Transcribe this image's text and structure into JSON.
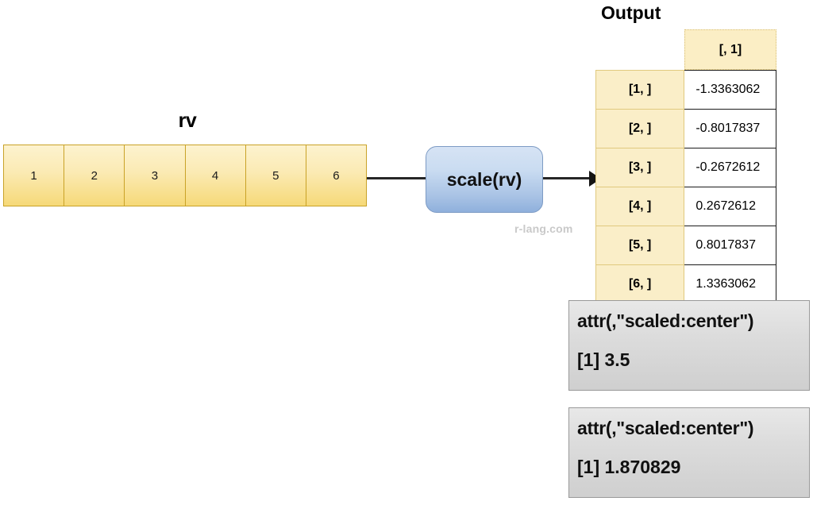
{
  "diagram": {
    "watermark": "r-lang.com",
    "input": {
      "label": "rv",
      "cells": [
        "1",
        "2",
        "3",
        "4",
        "5",
        "6"
      ]
    },
    "operation": {
      "label": "scale(rv)"
    },
    "output": {
      "title": "Output",
      "column_header": "[, 1]",
      "rows": [
        {
          "label": "[1, ]",
          "value": "-1.3363062"
        },
        {
          "label": "[2, ]",
          "value": "-0.8017837"
        },
        {
          "label": "[3, ]",
          "value": "-0.2672612"
        },
        {
          "label": "[4, ]",
          "value": "0.2672612"
        },
        {
          "label": "[5, ]",
          "value": "0.8017837"
        },
        {
          "label": "[6, ]",
          "value": "1.3363062"
        }
      ]
    },
    "attributes": [
      {
        "title": "attr(,\"scaled:center\")",
        "value": "[1] 3.5"
      },
      {
        "title": "attr(,\"scaled:center\")",
        "value": "[1] 1.870829"
      }
    ]
  },
  "chart_data": {
    "type": "table",
    "title": "Output",
    "categories": [
      "[1, ]",
      "[2, ]",
      "[3, ]",
      "[4, ]",
      "[5, ]",
      "[6, ]"
    ],
    "input_values": [
      1,
      2,
      3,
      4,
      5,
      6
    ],
    "values": [
      -1.3363062,
      -0.8017837,
      -0.2672612,
      0.2672612,
      0.8017837,
      1.3363062
    ],
    "column_header": "[, 1]",
    "scaled_center": 3.5,
    "scaled_scale": 1.870829,
    "xlabel": "",
    "ylabel": ""
  },
  "colors": {
    "vector_fill_top": "#fdf3cf",
    "vector_fill_bottom": "#f6d978",
    "vector_border": "#c9a227",
    "box_fill_top": "#d6e3f4",
    "box_fill_bottom": "#8fb0dc",
    "box_border": "#7d9bc4",
    "rowlabel_fill": "#faeec8",
    "attr_fill": "#dcdcdc",
    "watermark_color": "#c9c9c9"
  }
}
